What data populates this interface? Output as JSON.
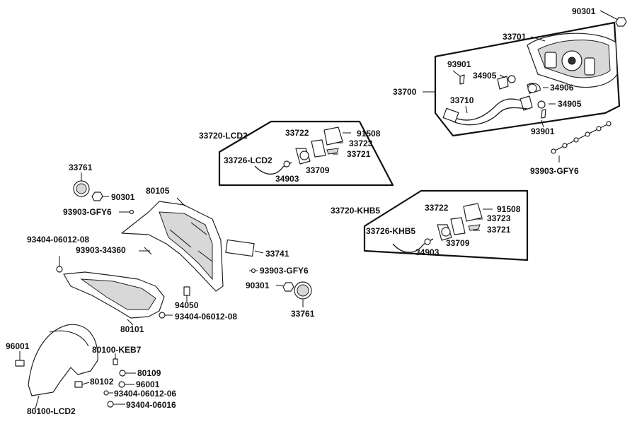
{
  "labels": {
    "p90301_top": "90301",
    "p33701": "33701",
    "p93901_a": "93901",
    "p34905_a": "34905",
    "p33700": "33700",
    "p34906": "34906",
    "p33710": "33710",
    "p34905_b": "34905",
    "p93901_b": "93901",
    "p93903_gfy6_right": "93903-GFY6",
    "p33720_lcd2": "33720-LCD2",
    "p33722_a": "33722",
    "p91508_a": "91508",
    "p33723_a": "33723",
    "p33721_a": "33721",
    "p33726_lcd2": "33726-LCD2",
    "p33709_a": "33709",
    "p34903_a": "34903",
    "p33761_top": "33761",
    "p90301_left": "90301",
    "p80105": "80105",
    "p93903_gfy6_left": "93903-GFY6",
    "p93404_06012_08_a": "93404-06012-08",
    "p93903_34360": "93903-34360",
    "p33741": "33741",
    "p93903_gfy6_mid": "93903-GFY6",
    "p90301_mid": "90301",
    "p94050": "94050",
    "p33761_bottom": "33761",
    "p93404_06012_08_b": "93404-06012-08",
    "p80101": "80101",
    "p33720_khb5": "33720-KHB5",
    "p33722_b": "33722",
    "p91508_b": "91508",
    "p33723_b": "33723",
    "p33721_b": "33721",
    "p33726_khb5": "33726-KHB5",
    "p33709_b": "33709",
    "p34903_b": "34903",
    "p96001_left": "96001",
    "p80100_keb7": "80100-KEB7",
    "p80109": "80109",
    "p80102": "80102",
    "p96001_right": "96001",
    "p93404_06012_06": "93404-06012-06",
    "p93404_06016": "93404-06016",
    "p80100_lcd2": "80100-LCD2"
  }
}
